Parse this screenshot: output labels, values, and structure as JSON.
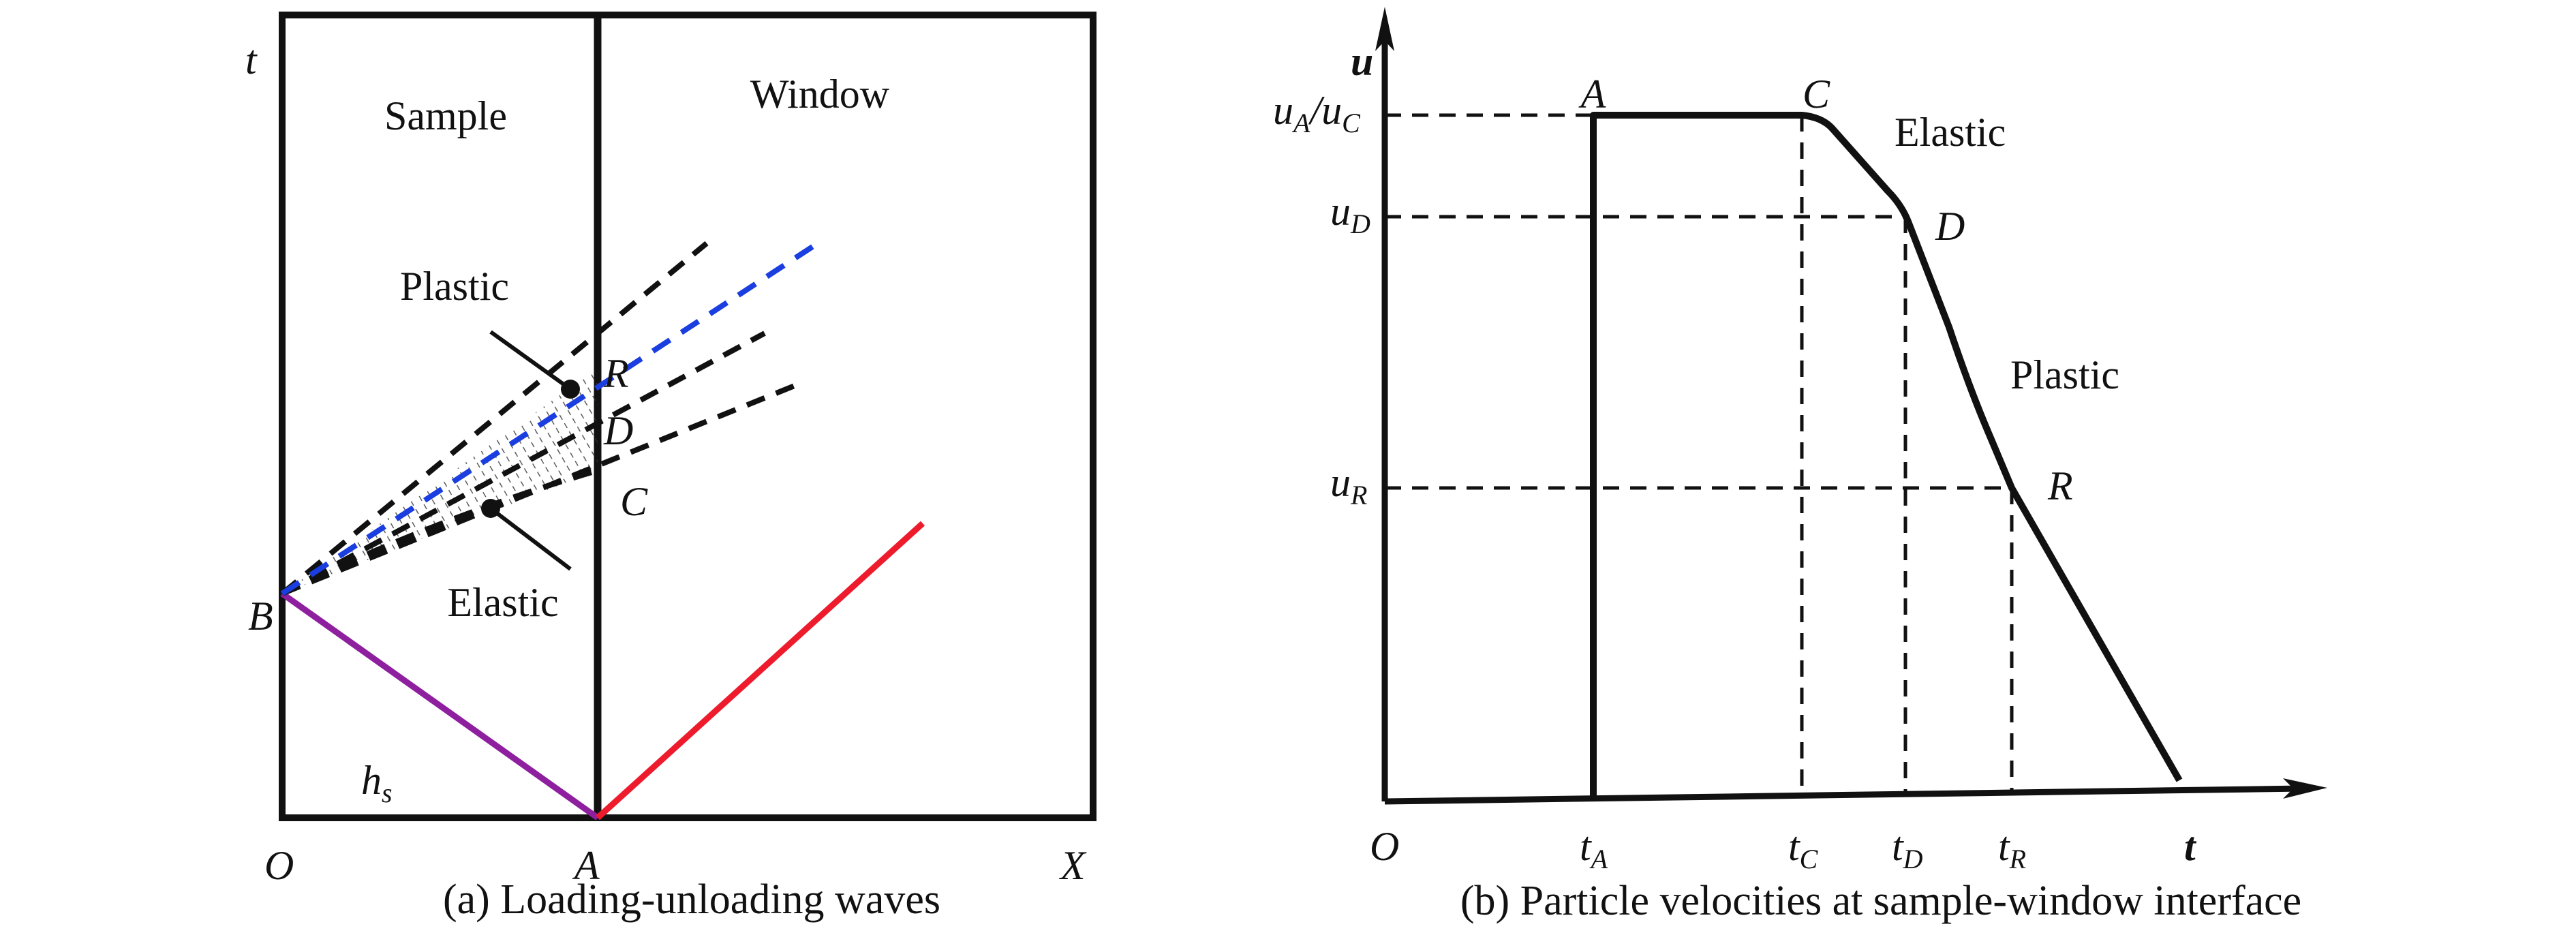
{
  "panel_a": {
    "caption": "(a) Loading-unloading waves",
    "axis_t": "t",
    "region_sample": "Sample",
    "region_window": "Window",
    "label_plastic": "Plastic",
    "label_elastic": "Elastic",
    "points": {
      "R": "R",
      "D": "D",
      "C": "C",
      "B": "B",
      "O": "O",
      "A": "A",
      "X": "X"
    },
    "thickness": {
      "main": "h",
      "sub": "s"
    },
    "colors": {
      "reflected_wave": "#8e1f9e",
      "transmitted_wave": "#ee1b2d",
      "interface_wave": "#1a3ee0"
    }
  },
  "panel_b": {
    "caption": "(b) Particle velocities at sample-window interface",
    "axis_u": "u",
    "axis_t": "t",
    "origin": "O",
    "label_elastic": "Elastic",
    "label_plastic": "Plastic",
    "points": {
      "A": "A",
      "C": "C",
      "D": "D",
      "R": "R"
    },
    "u_ticks": {
      "uA": {
        "main": "u",
        "sub": "A"
      },
      "slash": "/",
      "uC": {
        "main": "u",
        "sub": "C"
      },
      "uD": {
        "main": "u",
        "sub": "D"
      },
      "uR": {
        "main": "u",
        "sub": "R"
      }
    },
    "t_ticks": {
      "tA": {
        "main": "t",
        "sub": "A"
      },
      "tC": {
        "main": "t",
        "sub": "C"
      },
      "tD": {
        "main": "t",
        "sub": "D"
      },
      "tR": {
        "main": "t",
        "sub": "R"
      }
    }
  }
}
